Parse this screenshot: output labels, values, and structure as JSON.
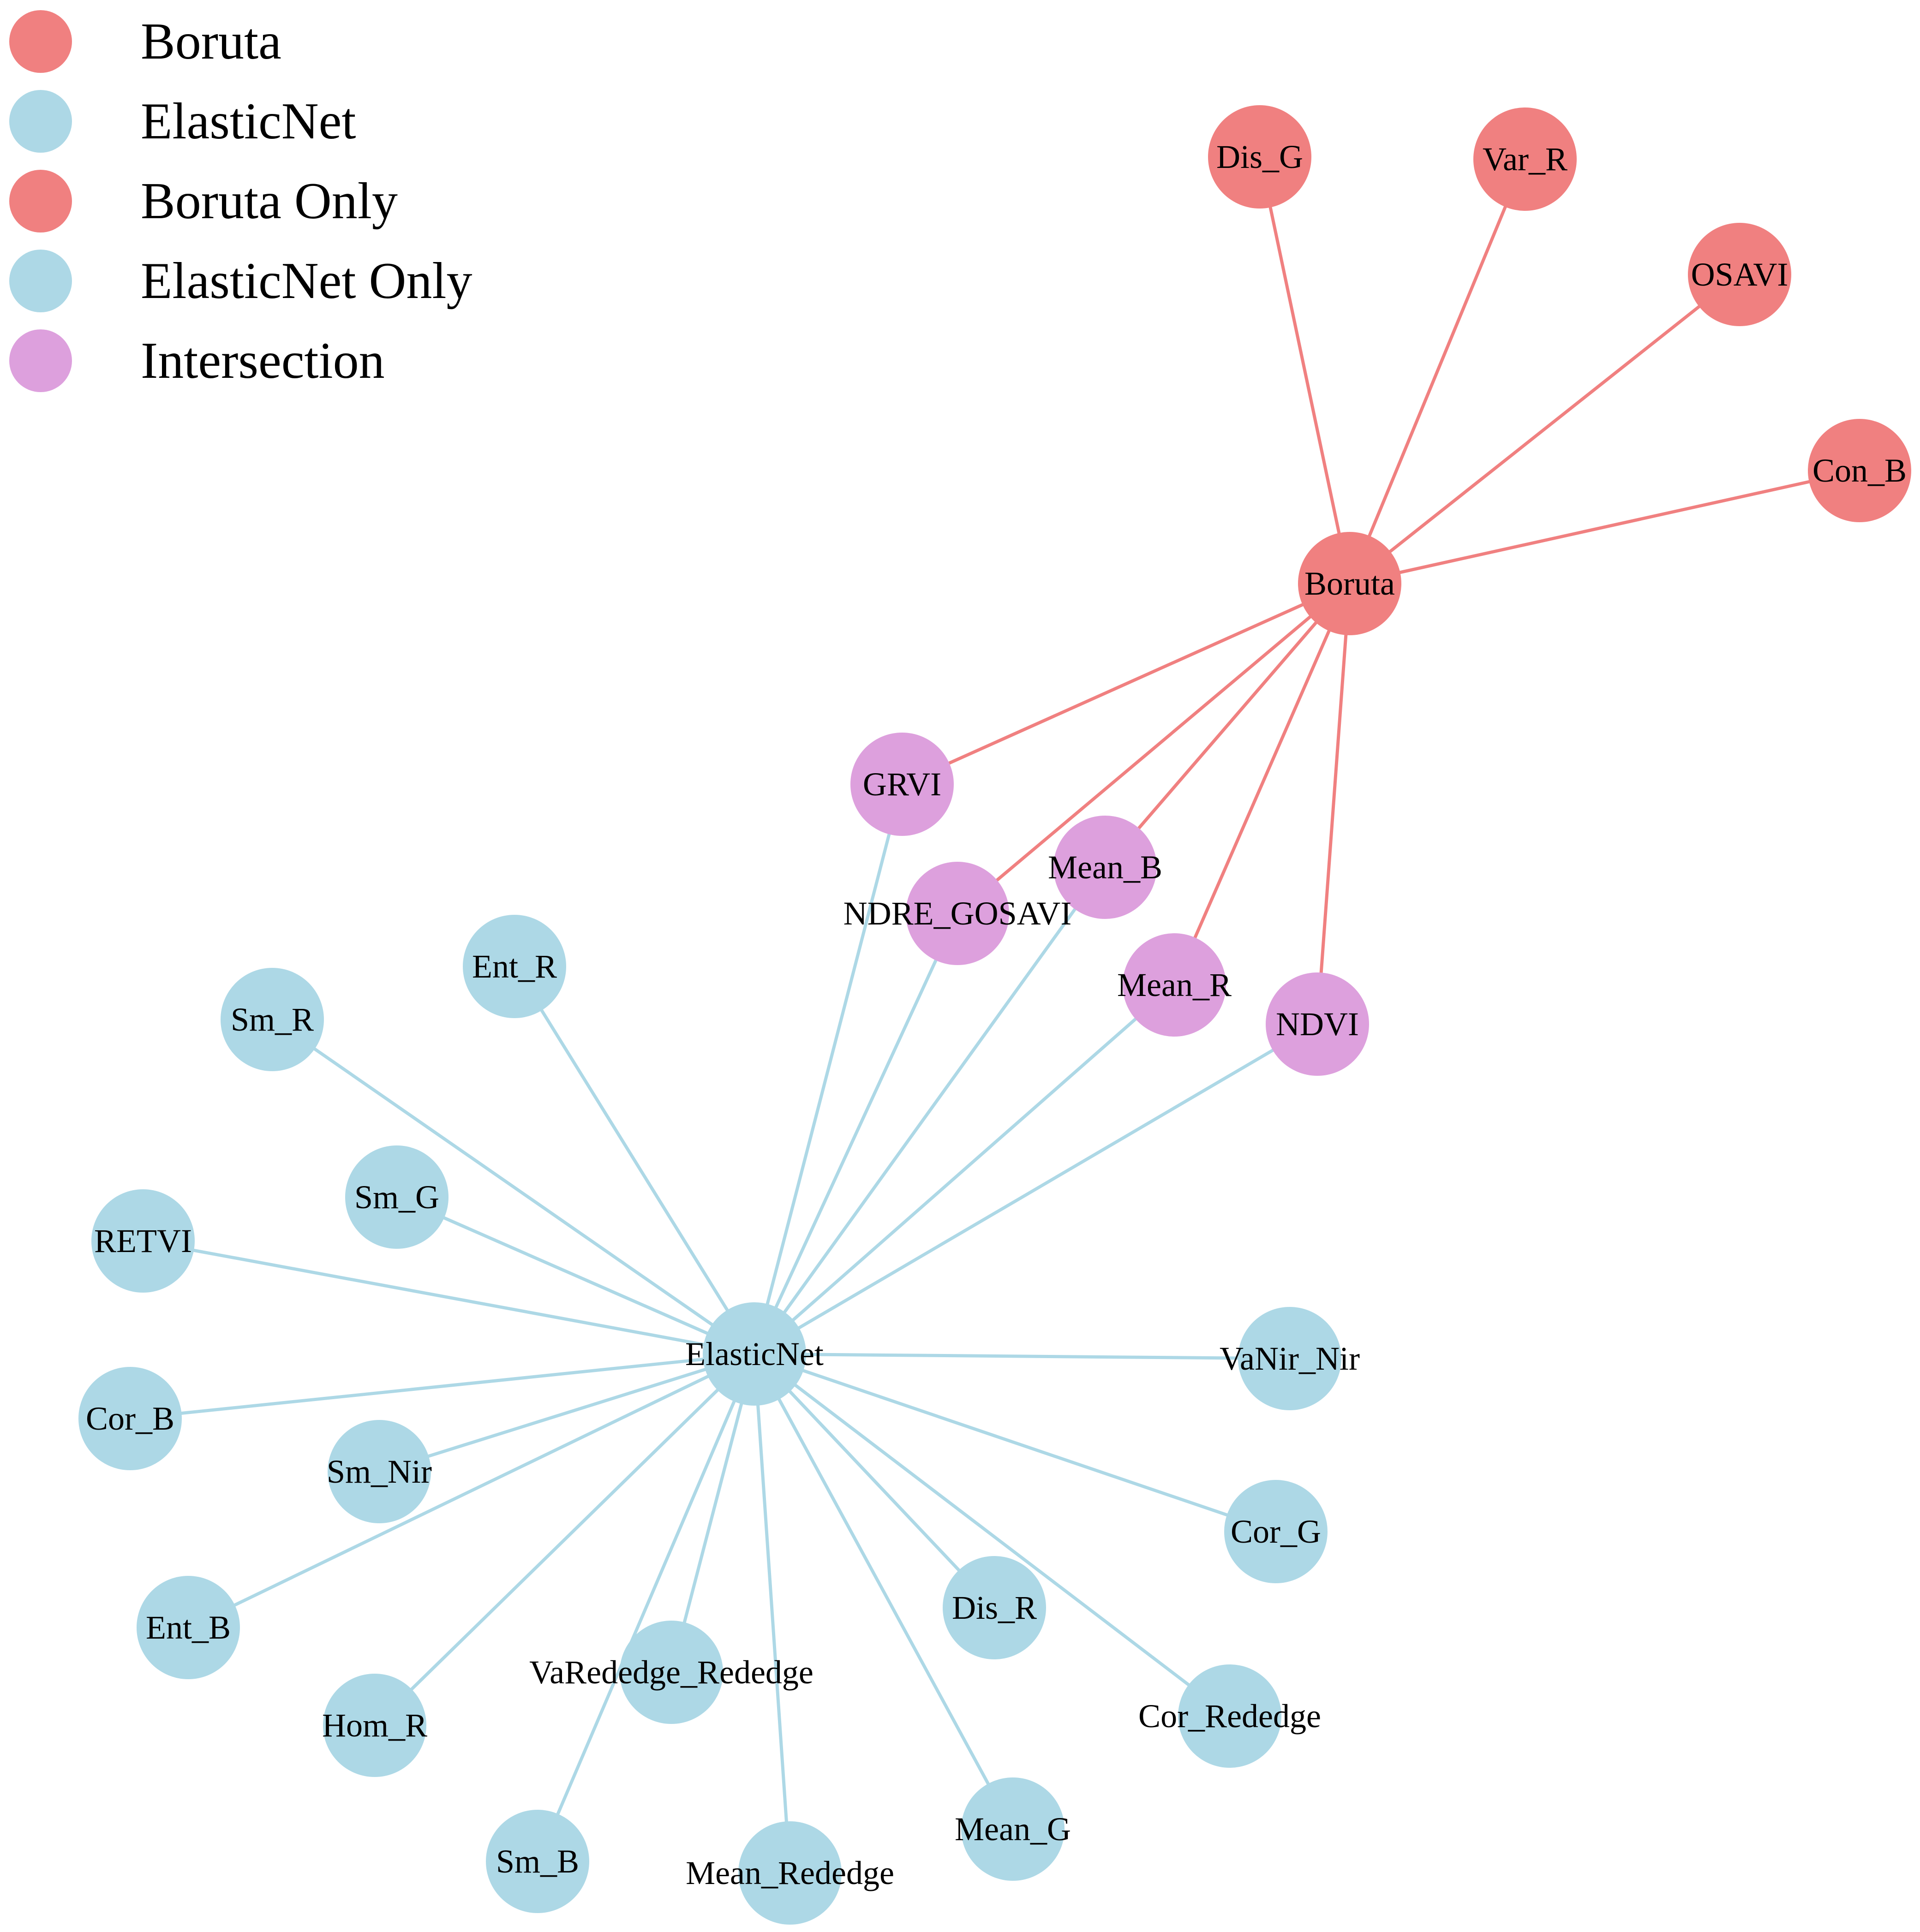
{
  "colors": {
    "boruta": "#f08080",
    "elasticnet": "#add8e6",
    "boruta_only": "#f08080",
    "elasticnet_only": "#add8e6",
    "intersection": "#dda0dd"
  },
  "legend": [
    {
      "label": "Boruta",
      "color_key": "boruta"
    },
    {
      "label": "ElasticNet",
      "color_key": "elasticnet"
    },
    {
      "label": "Boruta Only",
      "color_key": "boruta_only"
    },
    {
      "label": "ElasticNet Only",
      "color_key": "elasticnet_only"
    },
    {
      "label": "Intersection",
      "color_key": "intersection"
    }
  ],
  "nodes": [
    {
      "id": "Boruta",
      "label": "Boruta",
      "group": "boruta"
    },
    {
      "id": "ElasticNet",
      "label": "ElasticNet",
      "group": "elasticnet"
    },
    {
      "id": "Dis_G",
      "label": "Dis_G",
      "group": "boruta_only"
    },
    {
      "id": "Var_R",
      "label": "Var_R",
      "group": "boruta_only"
    },
    {
      "id": "OSAVI",
      "label": "OSAVI",
      "group": "boruta_only"
    },
    {
      "id": "Con_B",
      "label": "Con_B",
      "group": "boruta_only"
    },
    {
      "id": "GRVI",
      "label": "GRVI",
      "group": "intersection"
    },
    {
      "id": "Mean_B",
      "label": "Mean_B",
      "group": "intersection"
    },
    {
      "id": "NDRE_GOSAVI",
      "label": "NDRE_GOSAVI",
      "group": "intersection"
    },
    {
      "id": "Mean_R",
      "label": "Mean_R",
      "group": "intersection"
    },
    {
      "id": "NDVI",
      "label": "NDVI",
      "group": "intersection"
    },
    {
      "id": "Ent_R",
      "label": "Ent_R",
      "group": "elasticnet_only"
    },
    {
      "id": "Sm_R",
      "label": "Sm_R",
      "group": "elasticnet_only"
    },
    {
      "id": "Sm_G",
      "label": "Sm_G",
      "group": "elasticnet_only"
    },
    {
      "id": "RETVI",
      "label": "RETVI",
      "group": "elasticnet_only"
    },
    {
      "id": "Cor_B",
      "label": "Cor_B",
      "group": "elasticnet_only"
    },
    {
      "id": "Sm_Nir",
      "label": "Sm_Nir",
      "group": "elasticnet_only"
    },
    {
      "id": "Ent_B",
      "label": "Ent_B",
      "group": "elasticnet_only"
    },
    {
      "id": "Hom_R",
      "label": "Hom_R",
      "group": "elasticnet_only"
    },
    {
      "id": "VaRededge_Rededge",
      "label": "VaRededge_Rededge",
      "group": "elasticnet_only"
    },
    {
      "id": "Sm_B",
      "label": "Sm_B",
      "group": "elasticnet_only"
    },
    {
      "id": "Mean_Rededge",
      "label": "Mean_Rededge",
      "group": "elasticnet_only"
    },
    {
      "id": "Mean_G",
      "label": "Mean_G",
      "group": "elasticnet_only"
    },
    {
      "id": "Dis_R",
      "label": "Dis_R",
      "group": "elasticnet_only"
    },
    {
      "id": "Cor_Rededge",
      "label": "Cor_Rededge",
      "group": "elasticnet_only"
    },
    {
      "id": "Cor_G",
      "label": "Cor_G",
      "group": "elasticnet_only"
    },
    {
      "id": "VaNir_Nir",
      "label": "VaNir_Nir",
      "group": "elasticnet_only"
    }
  ],
  "edges": [
    {
      "source": "Boruta",
      "target": "Dis_G"
    },
    {
      "source": "Boruta",
      "target": "Var_R"
    },
    {
      "source": "Boruta",
      "target": "OSAVI"
    },
    {
      "source": "Boruta",
      "target": "Con_B"
    },
    {
      "source": "Boruta",
      "target": "GRVI"
    },
    {
      "source": "Boruta",
      "target": "NDRE_GOSAVI"
    },
    {
      "source": "Boruta",
      "target": "Mean_B"
    },
    {
      "source": "Boruta",
      "target": "Mean_R"
    },
    {
      "source": "Boruta",
      "target": "NDVI"
    },
    {
      "source": "ElasticNet",
      "target": "GRVI"
    },
    {
      "source": "ElasticNet",
      "target": "NDRE_GOSAVI"
    },
    {
      "source": "ElasticNet",
      "target": "Mean_B"
    },
    {
      "source": "ElasticNet",
      "target": "Mean_R"
    },
    {
      "source": "ElasticNet",
      "target": "NDVI"
    },
    {
      "source": "ElasticNet",
      "target": "Ent_R"
    },
    {
      "source": "ElasticNet",
      "target": "Sm_R"
    },
    {
      "source": "ElasticNet",
      "target": "Sm_G"
    },
    {
      "source": "ElasticNet",
      "target": "RETVI"
    },
    {
      "source": "ElasticNet",
      "target": "Cor_B"
    },
    {
      "source": "ElasticNet",
      "target": "Sm_Nir"
    },
    {
      "source": "ElasticNet",
      "target": "Ent_B"
    },
    {
      "source": "ElasticNet",
      "target": "Hom_R"
    },
    {
      "source": "ElasticNet",
      "target": "VaRededge_Rededge"
    },
    {
      "source": "ElasticNet",
      "target": "Sm_B"
    },
    {
      "source": "ElasticNet",
      "target": "Mean_Rededge"
    },
    {
      "source": "ElasticNet",
      "target": "Mean_G"
    },
    {
      "source": "ElasticNet",
      "target": "Dis_R"
    },
    {
      "source": "ElasticNet",
      "target": "Cor_Rededge"
    },
    {
      "source": "ElasticNet",
      "target": "Cor_G"
    },
    {
      "source": "ElasticNet",
      "target": "VaNir_Nir"
    }
  ]
}
